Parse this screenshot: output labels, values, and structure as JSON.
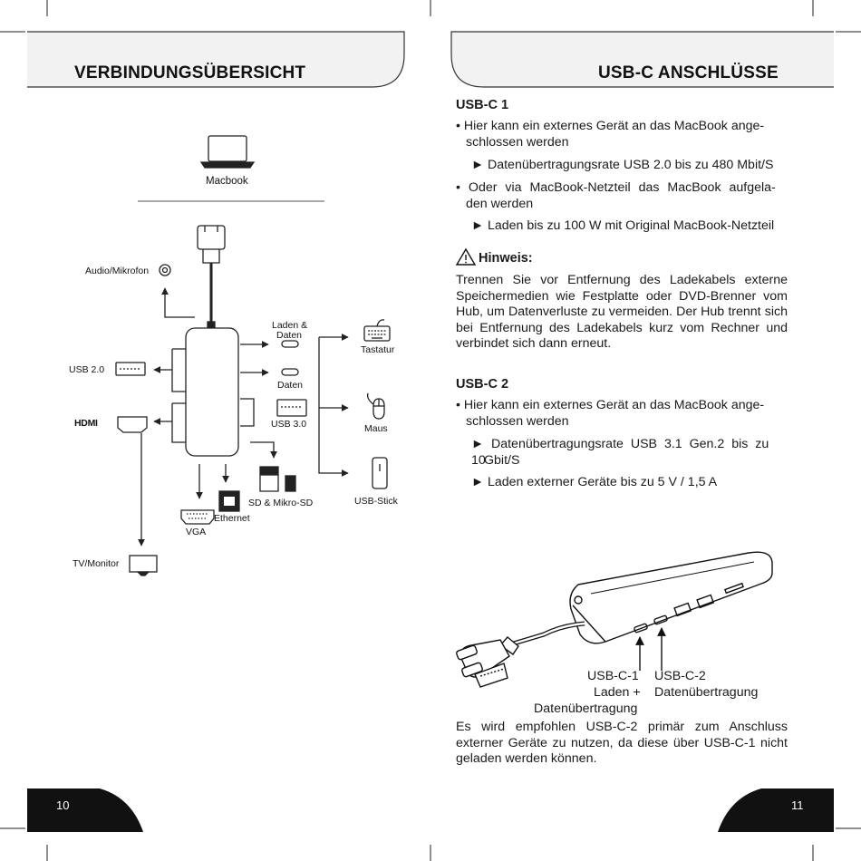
{
  "left_page": {
    "title": "VERBINDUNGSÜBERSICHT",
    "page_number": "10",
    "diagram": {
      "macbook": "Macbook",
      "audio": "Audio/Mikrofon",
      "usb20": "USB 2.0",
      "hdmi": "HDMI",
      "tv": "TV/Monitor",
      "vga": "VGA",
      "ethernet": "Ethernet",
      "sd": "SD & Mikro-SD",
      "laden_daten_1": "Laden &",
      "laden_daten_2": "Daten",
      "daten": "Daten",
      "usb30": "USB 3.0",
      "tastatur": "Tastatur",
      "maus": "Maus",
      "usb_stick": "USB-Stick"
    }
  },
  "right_page": {
    "title": "USB-C ANSCHLÜSSE",
    "page_number": "11",
    "usbc1": {
      "heading": "USB-C 1",
      "bullet1": "• Hier kann ein externes Gerät an das MacBook ange-",
      "bullet1b": "schlossen werden",
      "arrow1": "► Datenübertragungsrate USB 2.0 bis zu 480 Mbit/S",
      "bullet2": "• Oder via MacBook-Netzteil das MacBook aufgela-",
      "bullet2b": "den werden",
      "arrow2": "► Laden bis zu 100 W mit Original MacBook-Netzteil"
    },
    "hinweis": {
      "heading": "Hinweis:",
      "text": "Trennen Sie vor Entfernung des Ladekabels externe Speichermedien wie Festplatte oder DVD-Brenner vom Hub, um Datenverluste zu vermeiden. Der Hub trennt sich bei Entfernung des Ladekabels kurz vom Rechner und verbindet sich dann erneut."
    },
    "usbc2": {
      "heading": "USB-C 2",
      "bullet1": "• Hier kann ein externes Gerät an das MacBook ange-",
      "bullet1b": "schlossen werden",
      "arrow1a": "► Datenübertragungsrate USB 3.1 Gen.2 bis zu 10",
      "arrow1b": "Gbit/S",
      "arrow2": "► Laden externer Geräte bis zu 5 V / 1,5 A"
    },
    "figure": {
      "c1_label": "USB-C-1",
      "c1_line2": "Laden +",
      "c1_line3": "Datenübertragung",
      "c2_label": "USB-C-2",
      "c2_line2": "Datenübertragung"
    },
    "footer_text": "Es wird empfohlen USB-C-2 primär zum Anschluss externer Geräte zu nutzen, da diese über USB-C-1 nicht geladen werden können."
  },
  "colors": {
    "text": "#1a1a1a",
    "header_line": "#333333",
    "footer_fill": "#111111"
  }
}
